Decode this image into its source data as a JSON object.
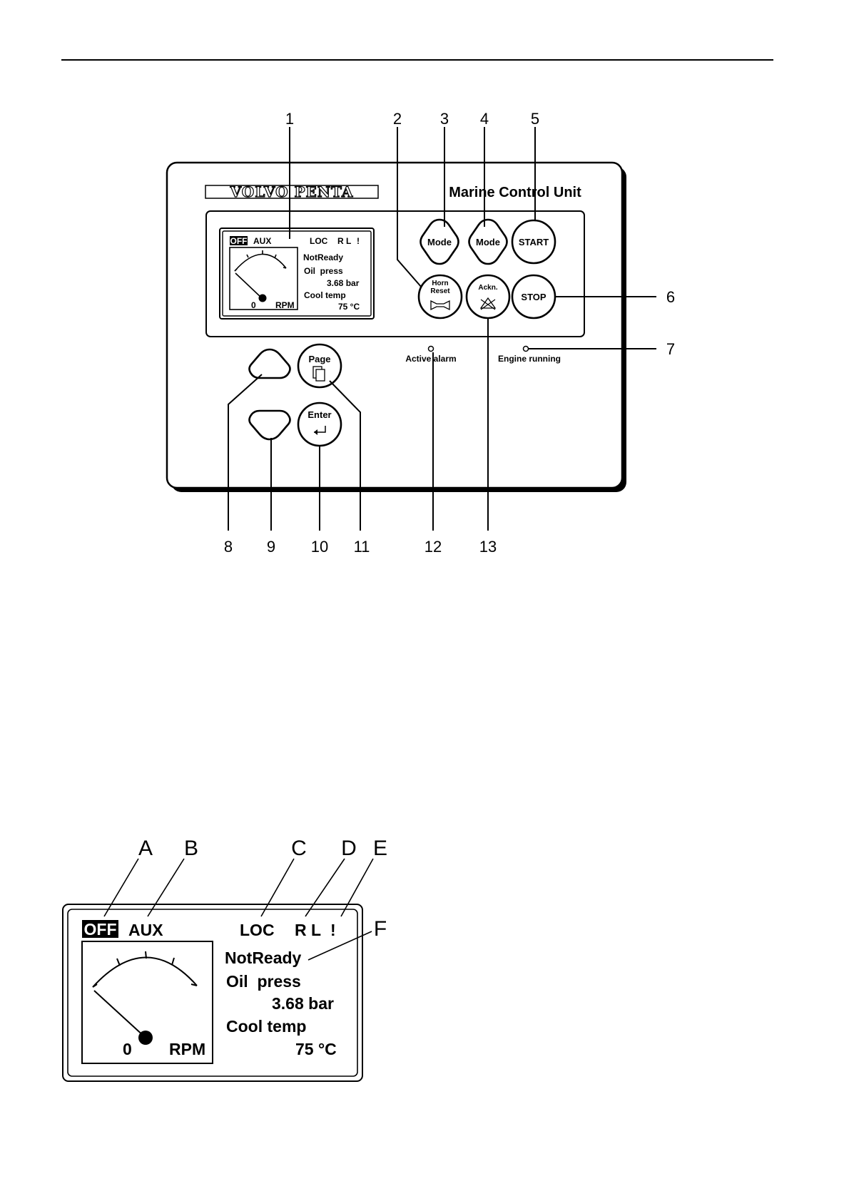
{
  "panel": {
    "brand": "VOLVO PENTA",
    "title": "Marine Control Unit",
    "buttons": {
      "mode1": "Mode",
      "mode2": "Mode",
      "start": "START",
      "horn_line1": "Horn",
      "horn_line2": "Reset",
      "ackn": "Ackn.",
      "stop": "STOP",
      "page": "Page",
      "enter": "Enter"
    },
    "leds": {
      "active_alarm": "Active alarm",
      "engine_running": "Engine running"
    }
  },
  "display": {
    "off": "OFF",
    "aux": "AUX",
    "loc": "LOC",
    "rl": "R L",
    "excl": "!",
    "status": "NotReady",
    "oil_label": "Oil  press",
    "oil_value": "3.68 bar",
    "cool_label": "Cool temp",
    "cool_value": "75 °C",
    "rpm_value": "0",
    "rpm_unit": "RPM"
  },
  "callouts": {
    "numbers": [
      "1",
      "2",
      "3",
      "4",
      "5",
      "6",
      "7",
      "8",
      "9",
      "10",
      "11",
      "12",
      "13"
    ],
    "letters": [
      "A",
      "B",
      "C",
      "D",
      "E",
      "F"
    ]
  }
}
